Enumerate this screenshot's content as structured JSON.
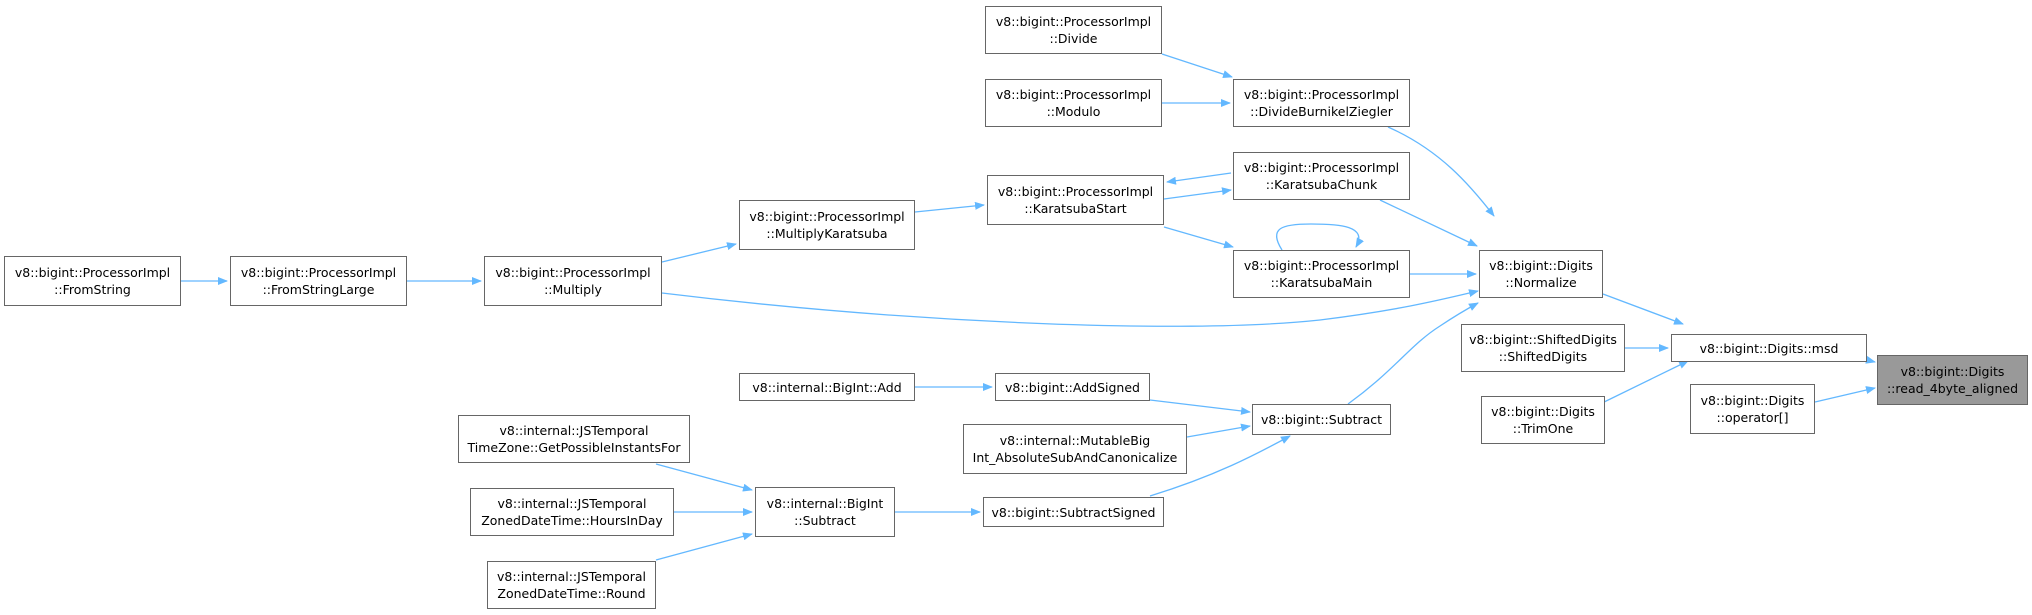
{
  "colors": {
    "edge": "#63b8ff",
    "node_border": "#666666",
    "node_fill": "#ffffff",
    "root_fill": "#999999"
  },
  "nodes": {
    "from_string": {
      "line1": "v8::bigint::ProcessorImpl",
      "line2": "::FromString"
    },
    "from_string_large": {
      "line1": "v8::bigint::ProcessorImpl",
      "line2": "::FromStringLarge"
    },
    "multiply": {
      "line1": "v8::bigint::ProcessorImpl",
      "line2": "::Multiply"
    },
    "multiply_karatsuba": {
      "line1": "v8::bigint::ProcessorImpl",
      "line2": "::MultiplyKaratsuba"
    },
    "karatsuba_start": {
      "line1": "v8::bigint::ProcessorImpl",
      "line2": "::KaratsubaStart"
    },
    "divide": {
      "line1": "v8::bigint::ProcessorImpl",
      "line2": "::Divide"
    },
    "modulo": {
      "line1": "v8::bigint::ProcessorImpl",
      "line2": "::Modulo"
    },
    "divide_bz": {
      "line1": "v8::bigint::ProcessorImpl",
      "line2": "::DivideBurnikelZiegler"
    },
    "karatsuba_chunk": {
      "line1": "v8::bigint::ProcessorImpl",
      "line2": "::KaratsubaChunk"
    },
    "karatsuba_main": {
      "line1": "v8::bigint::ProcessorImpl",
      "line2": "::KaratsubaMain"
    },
    "normalize": {
      "line1": "v8::bigint::Digits",
      "line2": "::Normalize"
    },
    "shifted_digits": {
      "line1": "v8::bigint::ShiftedDigits",
      "line2": "::ShiftedDigits"
    },
    "trim_one": {
      "line1": "v8::bigint::Digits",
      "line2": "::TrimOne"
    },
    "msd": {
      "line1": "v8::bigint::Digits::msd"
    },
    "operator_index": {
      "line1": "v8::bigint::Digits",
      "line2": "::operator[]"
    },
    "read_4byte": {
      "line1": "v8::bigint::Digits",
      "line2": "::read_4byte_aligned"
    },
    "bigint_add": {
      "line1": "v8::internal::BigInt::Add"
    },
    "add_signed": {
      "line1": "v8::bigint::AddSigned"
    },
    "mutable_bigint": {
      "line1": "v8::internal::MutableBig",
      "line2": "Int_AbsoluteSubAndCanonicalize"
    },
    "subtract": {
      "line1": "v8::bigint::Subtract"
    },
    "subtract_signed": {
      "line1": "v8::bigint::SubtractSigned"
    },
    "bigint_subtract": {
      "line1": "v8::internal::BigInt",
      "line2": "::Subtract"
    },
    "js_timezone": {
      "line1": "v8::internal::JSTemporal",
      "line2": "TimeZone::GetPossibleInstantsFor"
    },
    "js_hours_in_day": {
      "line1": "v8::internal::JSTemporal",
      "line2": "ZonedDateTime::HoursInDay"
    },
    "js_round": {
      "line1": "v8::internal::JSTemporal",
      "line2": "ZonedDateTime::Round"
    }
  }
}
